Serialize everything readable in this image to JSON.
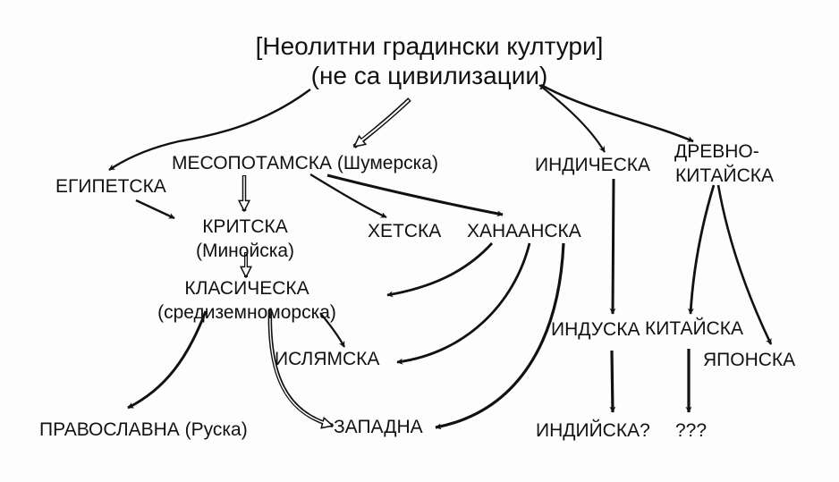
{
  "diagram": {
    "title": {
      "line1": "[Неолитни градински култури]",
      "line2": "(не са цивилизации)"
    },
    "nodes": {
      "egyptian": {
        "label": "ЕГИПЕТСКА"
      },
      "mesopotamian": {
        "label": "МЕСОПОТАМСКА (Шумерска)"
      },
      "indic": {
        "label": "ИНДИЧЕСКА"
      },
      "ancient_chinese": {
        "line1": "ДРЕВНО-",
        "line2": "КИТАЙСКА"
      },
      "cretan": {
        "line1": "КРИТСКА",
        "line2": "(Минойска)"
      },
      "hittite": {
        "label": "ХЕТСКА"
      },
      "canaanite": {
        "label": "ХАНААНСКА"
      },
      "classical": {
        "line1": "КЛАСИЧЕСКА",
        "line2": "(средиземноморска)"
      },
      "islamic": {
        "label": "ИСЛЯМСКА"
      },
      "hindu": {
        "label": "ИНДУСКА"
      },
      "chinese": {
        "label": "КИТАЙСКА"
      },
      "japanese": {
        "label": "ЯПОНСКА"
      },
      "orthodox": {
        "label": "ПРАВОСЛАВНА (Руска)"
      },
      "western": {
        "label": "ЗАПАДНА"
      },
      "indian": {
        "label": "ИНДИЙСКА?"
      },
      "unknown": {
        "label": "???"
      }
    },
    "edges": [
      {
        "from": "title",
        "to": "egyptian",
        "style": "solid"
      },
      {
        "from": "title",
        "to": "mesopotamian",
        "style": "hollow"
      },
      {
        "from": "title",
        "to": "indic",
        "style": "solid"
      },
      {
        "from": "title",
        "to": "ancient_chinese",
        "style": "solid"
      },
      {
        "from": "egyptian",
        "to": "cretan",
        "style": "solid"
      },
      {
        "from": "mesopotamian",
        "to": "cretan",
        "style": "hollow"
      },
      {
        "from": "mesopotamian",
        "to": "hittite",
        "style": "solid"
      },
      {
        "from": "mesopotamian",
        "to": "canaanite",
        "style": "solid"
      },
      {
        "from": "cretan",
        "to": "classical",
        "style": "hollow"
      },
      {
        "from": "canaanite",
        "to": "classical",
        "style": "solid"
      },
      {
        "from": "canaanite",
        "to": "islamic",
        "style": "solid"
      },
      {
        "from": "canaanite",
        "to": "western",
        "style": "solid"
      },
      {
        "from": "classical",
        "to": "orthodox",
        "style": "solid"
      },
      {
        "from": "classical",
        "to": "islamic",
        "style": "solid"
      },
      {
        "from": "classical",
        "to": "western",
        "style": "hollow"
      },
      {
        "from": "indic",
        "to": "hindu",
        "style": "solid"
      },
      {
        "from": "ancient_chinese",
        "to": "chinese",
        "style": "solid"
      },
      {
        "from": "ancient_chinese",
        "to": "japanese",
        "style": "solid"
      },
      {
        "from": "hindu",
        "to": "indian",
        "style": "solid"
      },
      {
        "from": "chinese",
        "to": "unknown",
        "style": "solid"
      }
    ]
  }
}
